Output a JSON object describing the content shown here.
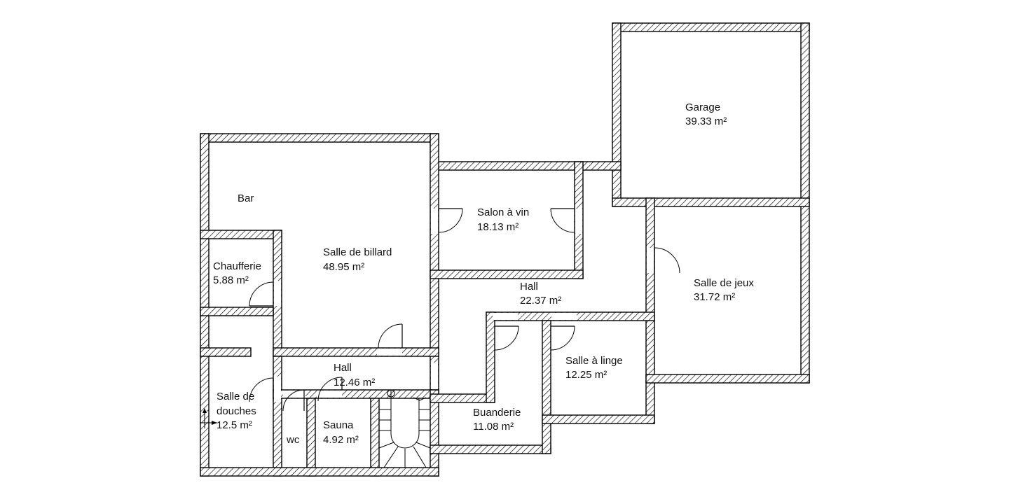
{
  "plan": {
    "rooms": {
      "garage": {
        "name": "Garage",
        "area": "39.33 m²"
      },
      "bar": {
        "name": "Bar"
      },
      "salon_a_vin": {
        "name": "Salon à vin",
        "area": "18.13 m²"
      },
      "salle_de_billard": {
        "name": "Salle de billard",
        "area": "48.95 m²"
      },
      "chaufferie": {
        "name": "Chaufferie",
        "area": "5.88 m²"
      },
      "hall_main": {
        "name": "Hall",
        "area": "22.37 m²"
      },
      "salle_de_jeux": {
        "name": "Salle de jeux",
        "area": "31.72 m²"
      },
      "salle_a_linge": {
        "name": "Salle à linge",
        "area": "12.25 m²"
      },
      "hall_small": {
        "name": "Hall",
        "area": "12.46 m²"
      },
      "salle_de_douches": {
        "name_line1": "Salle de",
        "name_line2": "douches",
        "area": "12.5 m²"
      },
      "buanderie": {
        "name": "Buanderie",
        "area": "11.08 m²"
      },
      "sauna": {
        "name": "Sauna",
        "area": "4.92 m²"
      },
      "wc": {
        "name": "wc"
      }
    },
    "wall_pattern": "diagonal-hatch",
    "colors": {
      "wall_outline": "#000000",
      "hatch": "#000000",
      "background": "#ffffff"
    }
  }
}
